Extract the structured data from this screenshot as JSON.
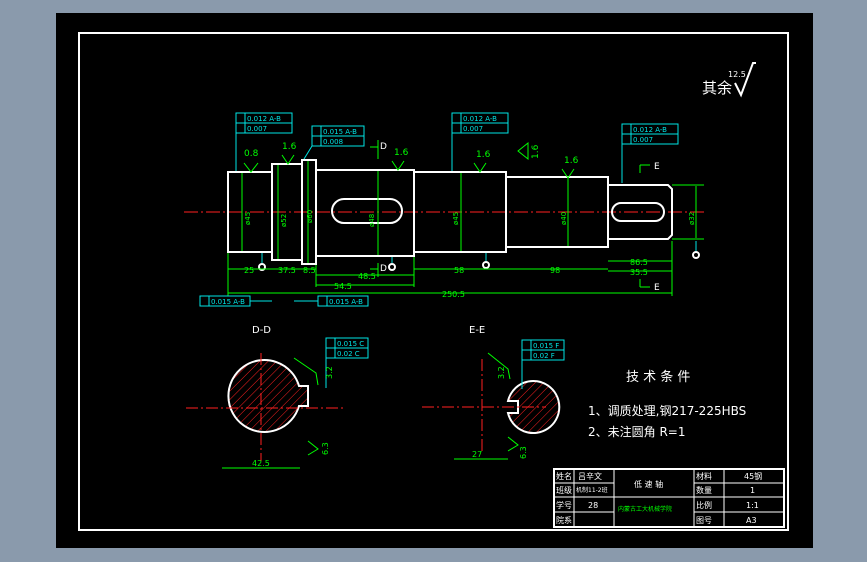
{
  "drawing": {
    "roughness_note": "其余",
    "roughness_value": "12.5",
    "section_dd_label": "D-D",
    "section_ee_label": "E-E",
    "cut_label_d": "D",
    "cut_label_e": "E"
  },
  "diameters": [
    "ø45",
    "ø52",
    "ø60",
    "ø48",
    "ø45",
    "ø40",
    "ø32"
  ],
  "roughness_marks": [
    "0.8",
    "1.6",
    "1.6",
    "1.6",
    "1.6",
    "1.6"
  ],
  "lengths": [
    "25",
    "37.5",
    "8.5",
    "48.5",
    "54.5",
    "58",
    "98",
    "86.5",
    "35.5",
    "250.5"
  ],
  "tolerances": [
    {
      "l1": "0.012 A-B",
      "l2": "0.007"
    },
    {
      "l1": "0.015 A-B",
      "l2": "0.008"
    },
    {
      "l1": "0.012 A-B",
      "l2": "0.007"
    },
    {
      "l1": "0.012 A-B",
      "l2": "0.007"
    }
  ],
  "bottom_tols": [
    "0.015 A-B",
    "0.015 A-B"
  ],
  "section_dd": {
    "tol1": "0.015 C",
    "tol2": "0.02 C",
    "depth": "3.2",
    "rough": "6.3",
    "width": "42.5"
  },
  "section_ee": {
    "tol1": "0.015 F",
    "tol2": "0.02 F",
    "depth": "3.2",
    "rough": "6.3",
    "width": "27"
  },
  "notes": {
    "title": "技 术 条 件",
    "line1": "1、调质处理,钢217-225HBS",
    "line2": "2、未注圆角 R=1"
  },
  "title_block": {
    "name_label": "姓名",
    "name_value": "吕辛文",
    "class_label": "班级",
    "class_value": "机制11-2班",
    "id_label": "学号",
    "id_value": "28",
    "school_label": "院系",
    "part_name": "低 速 轴",
    "school_name": "内蒙古工大机械学院",
    "material_label": "材料",
    "material_value": "45钢",
    "qty_label": "数量",
    "qty_value": "1",
    "scale_label": "比例",
    "scale_value": "1:1",
    "sheet_label": "图号",
    "sheet_value": "A3"
  },
  "colors": {
    "background": "#000000",
    "outline": "#ffffff",
    "dimension": "#00ff00",
    "centerline": "#ff2020",
    "tolerance": "#00e5e5"
  }
}
